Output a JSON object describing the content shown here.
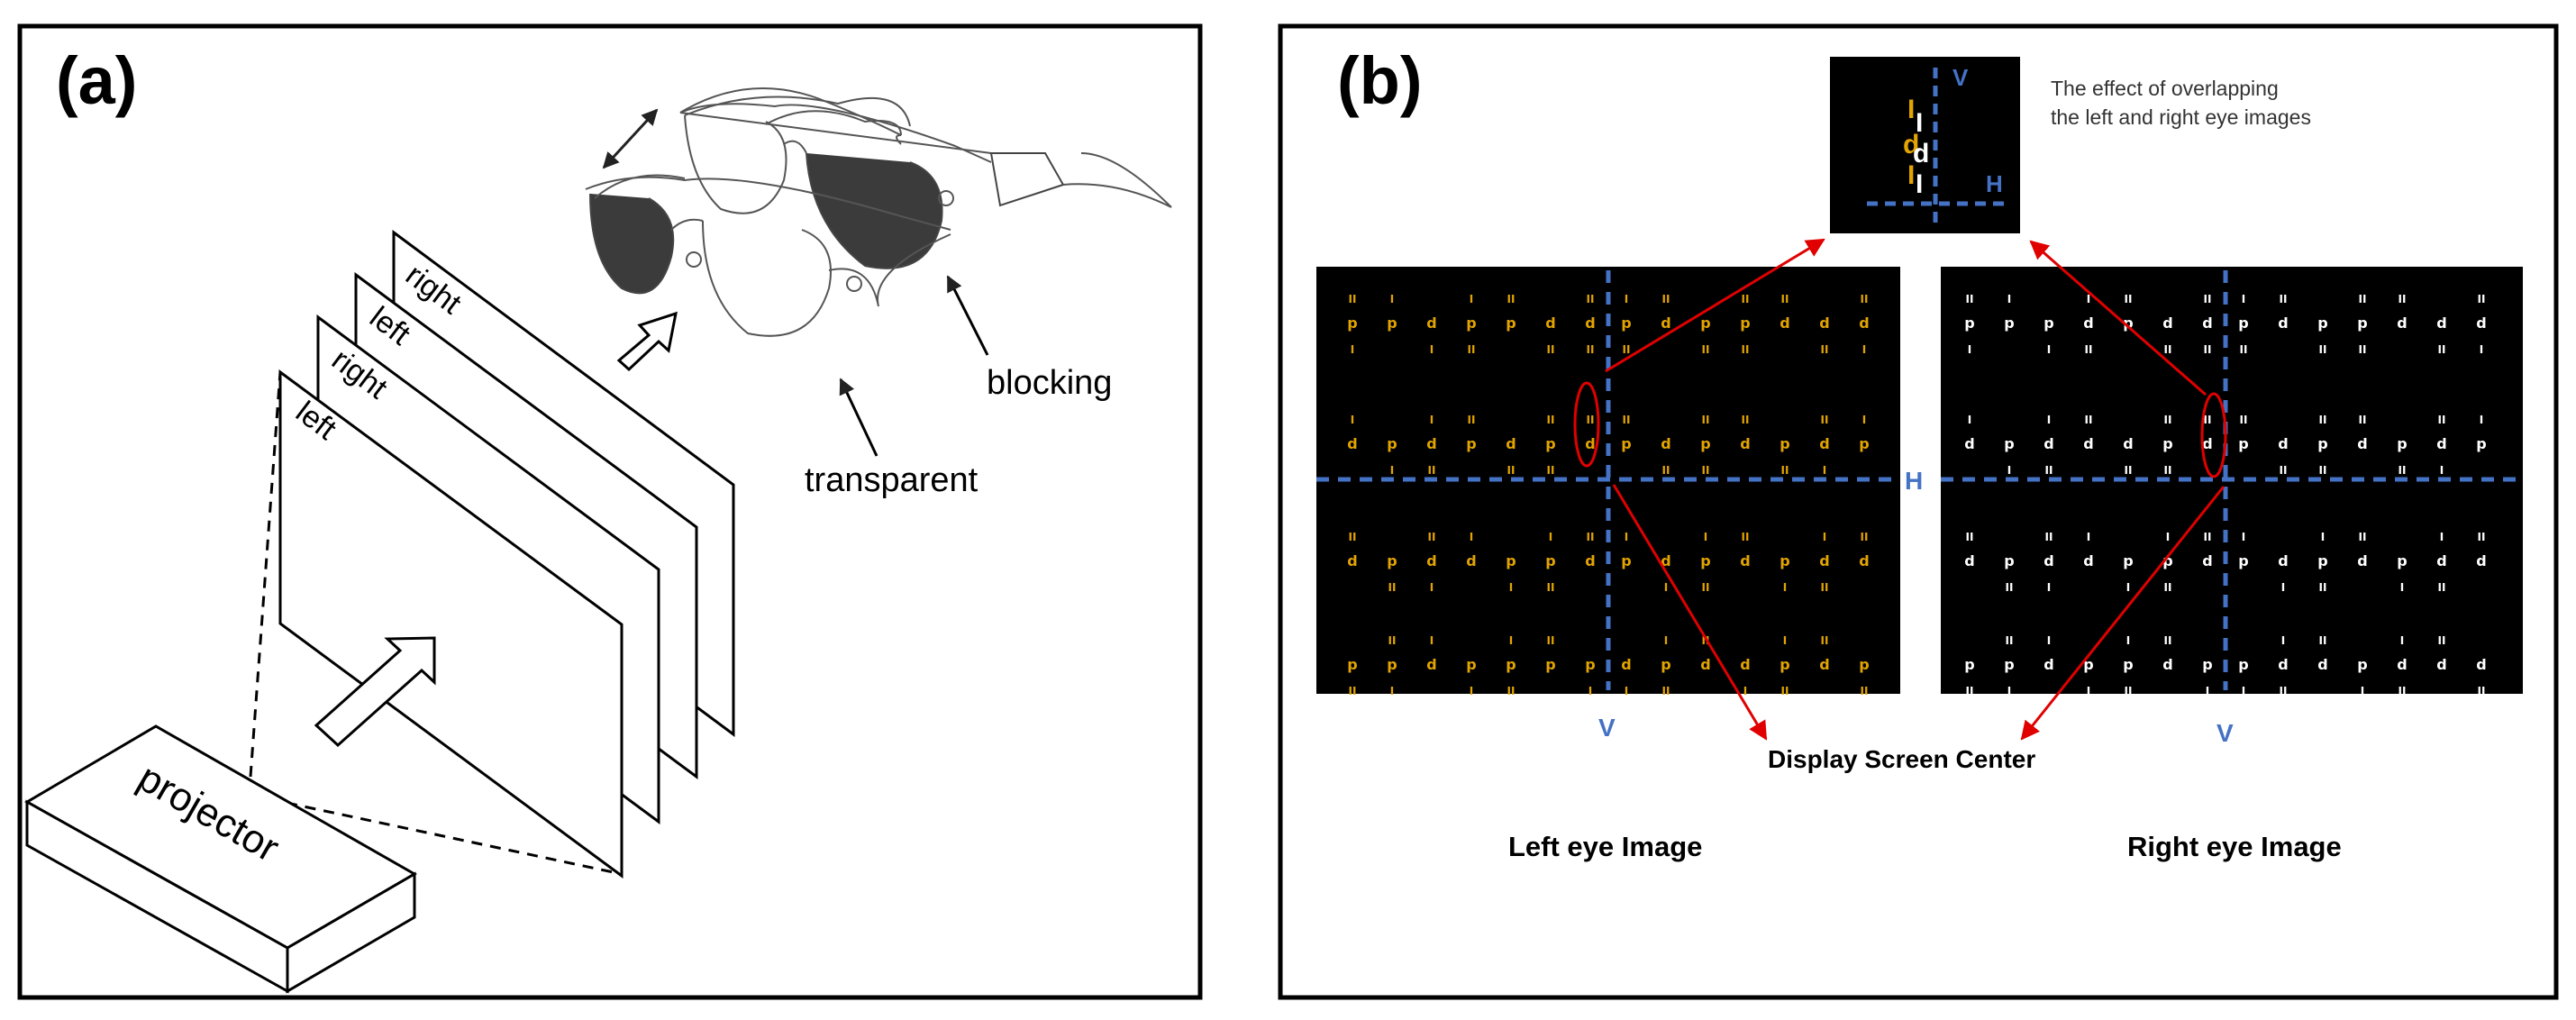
{
  "panel_a": {
    "label": "(a)",
    "projector_label": "projector",
    "screens": [
      "left",
      "right",
      "left",
      "right"
    ],
    "transparent_label": "transparent",
    "blocking_label": "blocking"
  },
  "panel_b": {
    "label": "(b)",
    "inset_caption_line1": "The effect of overlapping",
    "inset_caption_line2": "the left and right eye images",
    "inset_v": "V",
    "inset_h": "H",
    "inset_letters": [
      "I",
      "I",
      "d",
      "d",
      "I",
      "I"
    ],
    "left_h": "H",
    "left_v": "V",
    "right_v": "V",
    "center_label": "Display Screen Center",
    "left_title": "Left eye Image",
    "right_title": "Right eye Image",
    "left_blocks": [
      [
        "ppdppdd|pdppddd",
        "dpdpdpd|pdpdpdp"
      ],
      [
        "dpddppd|pdpdpdd",
        "ppdpppp|dpddpdp"
      ]
    ],
    "right_blocks": [
      [
        "pppdpdd|pdppddd",
        "dpdddpd|pdpdpdp"
      ],
      [
        "dpddppd|pdpdpdd",
        "ppdppdp|pddpddd"
      ]
    ],
    "colors": {
      "left_glyph": "#e2a400",
      "right_glyph": "#ffffff",
      "axis": "#4472c4",
      "arrow": "#e00000",
      "screen_bg": "#000000"
    }
  }
}
